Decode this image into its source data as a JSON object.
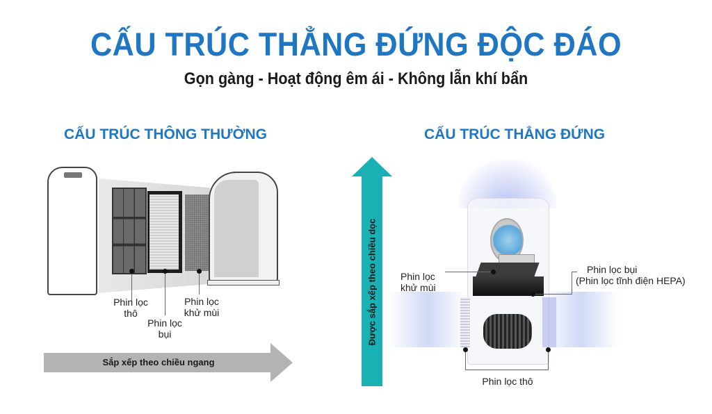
{
  "header": {
    "title": "CẤU TRÚC THẲNG ĐỨNG ĐỘC ĐÁO",
    "subtitle": "Gọn gàng - Hoạt động êm ái - Không lẫn khí bẩn"
  },
  "left_section": {
    "title": "CẤU TRÚC THÔNG THƯỜNG",
    "labels": {
      "coarse": [
        "Phin lọc",
        "thô"
      ],
      "dust": [
        "Phin lọc",
        "bụi"
      ],
      "deodor": [
        "Phin lọc",
        "khử mùi"
      ]
    },
    "arrow": {
      "text": "Sắp xếp theo chiều ngang",
      "color": "#b3b3b3"
    }
  },
  "middle": {
    "arrow": {
      "text": "Được sắp xếp theo chiều dọc",
      "color": "#1ab1b5"
    }
  },
  "right_section": {
    "title": "CẤU TRÚC THẲNG ĐỨNG",
    "labels": {
      "deodor": [
        "Phin lọc",
        "khử mùi"
      ],
      "dust": [
        "Phin lọc bụi",
        "(Phin lọc tĩnh điện HEPA)"
      ],
      "coarse": "Phin lọc thô"
    }
  },
  "colors": {
    "title_blue": "#1f77c4",
    "teal_arrow": "#1ab1b5",
    "gray_arrow": "#b3b3b3"
  }
}
